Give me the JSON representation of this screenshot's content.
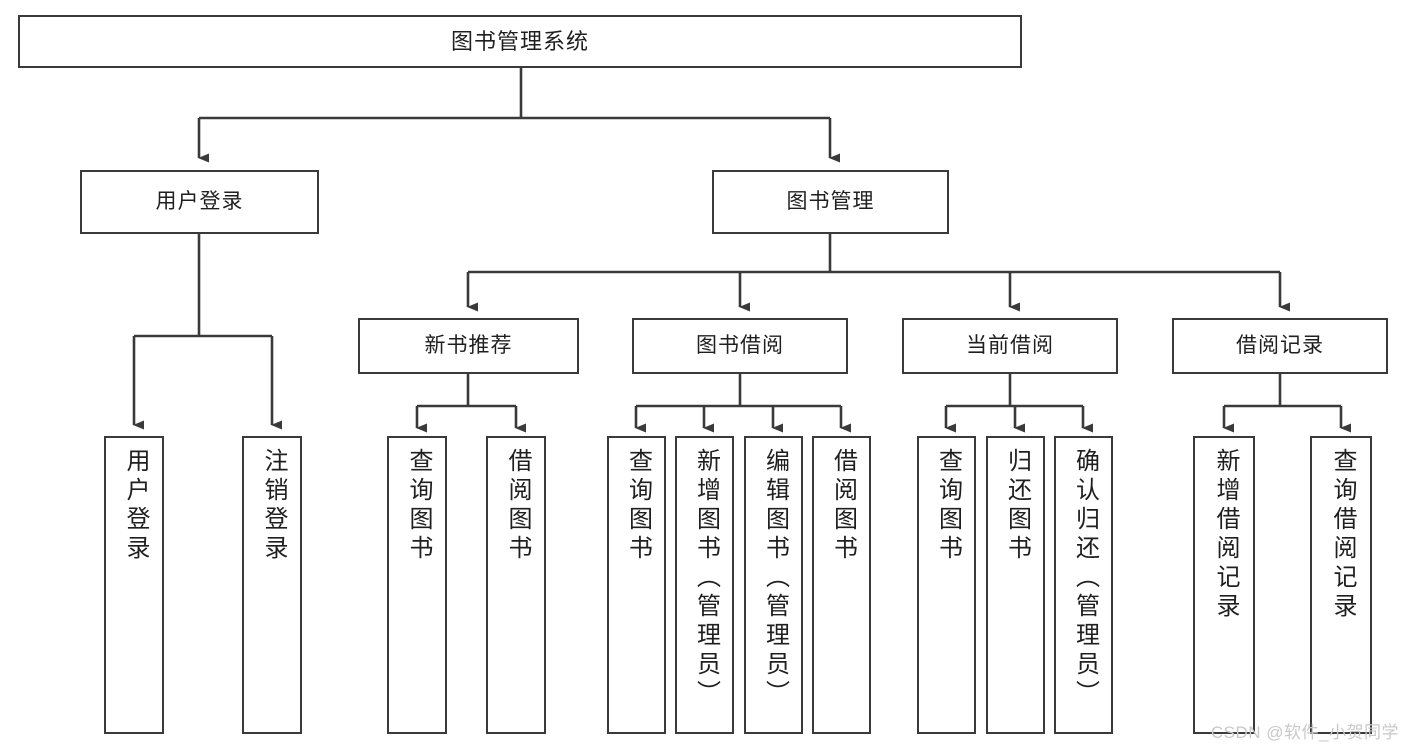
{
  "diagram": {
    "title": "图书管理系统",
    "type": "tree",
    "orientation": "top-down",
    "line_color": "#3a3a3a",
    "box_fill": "#ffffff",
    "text_color": "#1f1f1f"
  },
  "nodes": {
    "root": {
      "label": "图书管理系统"
    },
    "level2": [
      {
        "id": "user-login",
        "label": "用户登录"
      },
      {
        "id": "book-manage",
        "label": "图书管理"
      }
    ],
    "level3": [
      {
        "id": "new-book-rec",
        "label": "新书推荐"
      },
      {
        "id": "book-borrow",
        "label": "图书借阅"
      },
      {
        "id": "current-borrow",
        "label": "当前借阅"
      },
      {
        "id": "borrow-record",
        "label": "借阅记录"
      }
    ],
    "leaves": {
      "user_login": [
        {
          "id": "leaf-user-login",
          "label": "用户登录"
        },
        {
          "id": "leaf-logout-login",
          "label": "注销登录"
        }
      ],
      "new_book_rec": [
        {
          "id": "leaf-query-book-1",
          "label": "查询图书"
        },
        {
          "id": "leaf-borrow-book-1",
          "label": "借阅图书"
        }
      ],
      "book_borrow": [
        {
          "id": "leaf-query-book-2",
          "label": "查询图书"
        },
        {
          "id": "leaf-add-book",
          "label": "新增图书（管理员）"
        },
        {
          "id": "leaf-edit-book",
          "label": "编辑图书（管理员）"
        },
        {
          "id": "leaf-borrow-book-2",
          "label": "借阅图书"
        }
      ],
      "current_borrow": [
        {
          "id": "leaf-query-book-3",
          "label": "查询图书"
        },
        {
          "id": "leaf-return-book",
          "label": "归还图书"
        },
        {
          "id": "leaf-confirm-return",
          "label": "确认归还（管理员）"
        }
      ],
      "borrow_record": [
        {
          "id": "leaf-add-record",
          "label": "新增借阅记录"
        },
        {
          "id": "leaf-query-record",
          "label": "查询借阅记录"
        }
      ]
    }
  },
  "watermark": {
    "text": "CSDN @软件_小贺同学"
  }
}
